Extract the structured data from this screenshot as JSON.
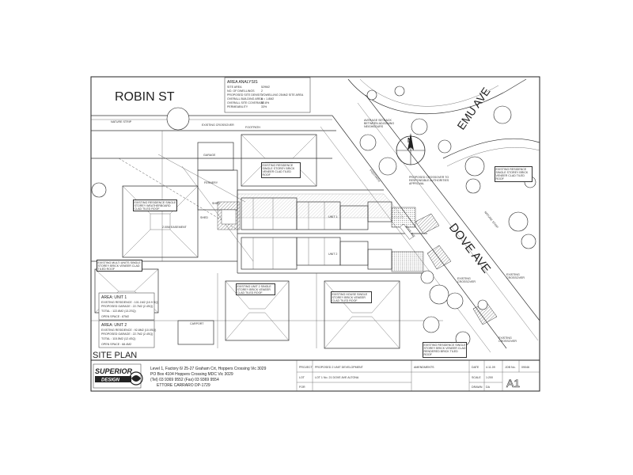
{
  "streets": {
    "robin": "ROBIN ST",
    "emu": "EMU AVE",
    "dove": "DOVE AVE"
  },
  "title": "SITE PLAN",
  "north": "N",
  "area_analysis": {
    "heading": "AREA ANALYSIS",
    "rows": [
      {
        "label": "SITE AREA",
        "value": "529M2"
      },
      {
        "label": "NO. OF DWELLINGS",
        "value": "2"
      },
      {
        "label": "PROPOSED SITE DENSITY",
        "value": "1 DWELLING 254M2 SITE AREA"
      },
      {
        "label": "OVERALL BUILDING AREA",
        "value": "8 = 1.8M2"
      },
      {
        "label": "OVERALL SITE COVERAGE",
        "value": "52.8%"
      },
      {
        "label": "PERMEABILITY",
        "value": "33%"
      }
    ]
  },
  "area_units": [
    {
      "heading": "AREA: UNIT 1",
      "lines": [
        "EXISTING RESIDENCE : 101.1M2 (10.9 SQ)",
        "PROPOSED GARAGE : 22.7M2 (2.4SQ)",
        "TOTAL : 122.8M2 (13.2SQ)",
        "OPEN SPACE : 87M2"
      ]
    },
    {
      "heading": "AREA: UNIT 2",
      "lines": [
        "EXISTING RESIDENCE : 92.8M2 (10.0SQ)",
        "PROPOSED GARAGE : 22.7M2 (2.4SQ)",
        "TOTAL : 115.5M2 (12.4SQ)",
        "OPEN SPACE : 68.4M2"
      ]
    }
  ],
  "labels": {
    "nature_strip_1": "NATURE STRIP",
    "existing_crossover_1": "EXISTING CROSSOVER",
    "footpath": "FOOTPATH",
    "garage": "GARAGE",
    "fernery": "FERNERY",
    "existing_residence_left": "EXISTING RESIDENCE SINGLE STOREY WEATHERBOARD CLAD TILED ROOF",
    "existing_residence_top": "EXISTING RESIDENCE SINGLE STOREY BRICK VENEER CLAD TILED ROOF",
    "shed_1": "SHED",
    "shed_2": "SHED",
    "easement": "2.00M EASEMENT",
    "avg_setback": "AVERAGE SETBACK BETWEEN ADJOINING NEIGHBOURS",
    "proposed_crossover": "PROPOSED CROSSOVER TO RESPONSIBLE AUTHORITIES APPROVAL",
    "existing_residence_right": "EXISTING RESIDENCE SINGLE STOREY BRICK VENEER CLAD TILED ROOF",
    "existing_multi_units": "EXISTING MULTI UNITS SINGLE STOREY BRICK VENEER CLAD TILED ROOF",
    "existing_unit_2": "EXISTING UNIT 2 SINGLE STOREY BRICK VENEER CLAD TILED ROOF",
    "existing_house_mid": "EXISTING HOUSE SINGLE STOREY BRICK VENEER CLAD TILED ROOF",
    "carport": "CARPORT",
    "existing_residence_bottom": "EXISTING RESIDENCE SINGLE STOREY BRICK VENEER CLAD RENDERED BRICK TILED ROOF",
    "existing_crossover_2": "EXISTING CROSSOVER",
    "existing_crossover_3": "EXISTING CROSSOVER",
    "existing_crossover_4": "EXISTING CROSSOVER",
    "nature_strip_2": "NATURE STRIP",
    "footpath_2": "FOOTPATH",
    "unit_1": "UNIT 1",
    "unit_2": "UNIT 2",
    "dove_label_box": "DOVE AVE"
  },
  "company": {
    "logo_top": "SUPERIOR",
    "logo_bottom": "DESIGN",
    "line1": "Level 1, Factory 6/ 25-27 Graham Crt, Hoppers Crossing Vic 3029",
    "line2": "PO Box 4104 Hoppers Crossing MDC Vic 3029",
    "line3": "(Tel) 03 9369 9552  (Fax) 03 9369 9554",
    "line4": "ETTORE CARRARO DP-1729"
  },
  "title_block": {
    "project_label": "PROJECT",
    "project_value": "PROPOSED 2 UNIT DEVELOPMENT",
    "lot_label": "LOT",
    "lot_value": "LOT 1 No. 21 DOVE AVE ALTONA",
    "for_label": "FOR",
    "amendments_label": "AMENDMENTS",
    "date_label": "DATE",
    "date_value": "4.11.09",
    "scale_label": "SCALE",
    "scale_value": "1:200",
    "drawn_label": "DRAWN",
    "drawn_value": "DA",
    "job_label": "JOB No.",
    "job_value": "09046",
    "sheet": "A1"
  }
}
